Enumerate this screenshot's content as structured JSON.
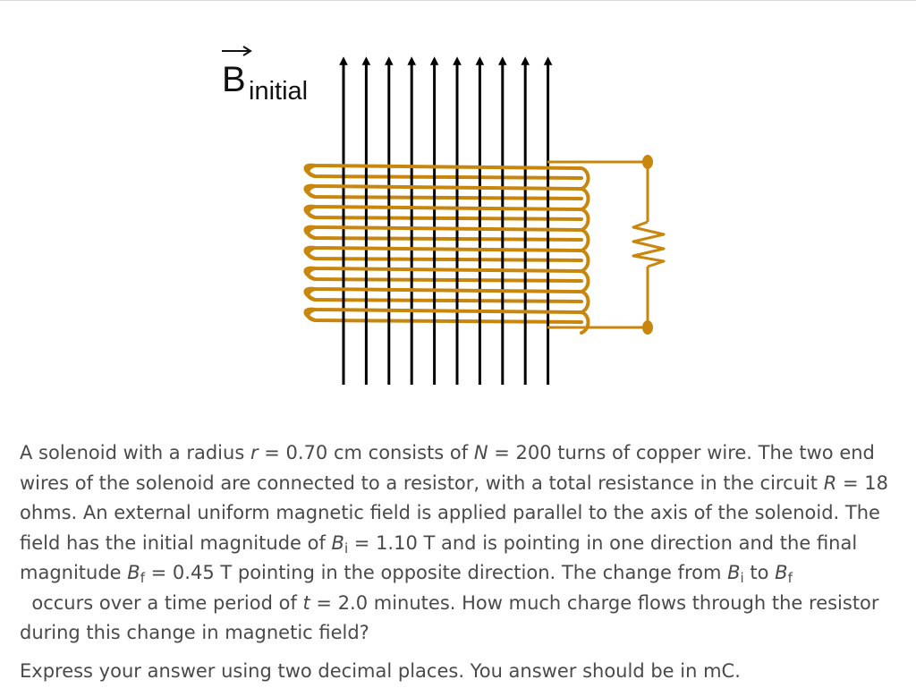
{
  "figure": {
    "field_label_main": "B",
    "field_label_sub": "initial",
    "coil_color": "#c8860d",
    "field_line_color": "#000000",
    "resistor_color": "#c8860d",
    "field_line_count": 10,
    "coil_turns": 8
  },
  "problem": {
    "s1": "A solenoid with a radius ",
    "r_sym": "r",
    "s2": " = 0.70 cm consists of ",
    "n_sym": "N",
    "s3": " = 200 turns of copper wire. The two end wires of the solenoid are connected to a resistor, with a total resistance in the circuit ",
    "r2_sym": "R",
    "s4": " = 18 ohms. An external uniform magnetic field is applied parallel to the axis of the solenoid. The field has the initial magnitude of ",
    "bi_sym": "B",
    "bi_sub": "i",
    "s5": " = 1.10 T and is pointing in one direction and the final magnitude ",
    "bf_sym": "B",
    "bf_sub": "f",
    "s6": " = 0.45 T pointing in the opposite direction. The change from ",
    "bi2_sym": "B",
    "bi2_sub": "i",
    "s7": " to ",
    "bf2_sym": "B",
    "bf2_sub": "f",
    "s8": "  occurs over a time period of ",
    "t_sym": "t",
    "s9": " = 2.0 minutes. How much charge flows through the resistor during this change in magnetic field?"
  },
  "instruction": "Express your answer using two decimal places. You answer should be in mC."
}
